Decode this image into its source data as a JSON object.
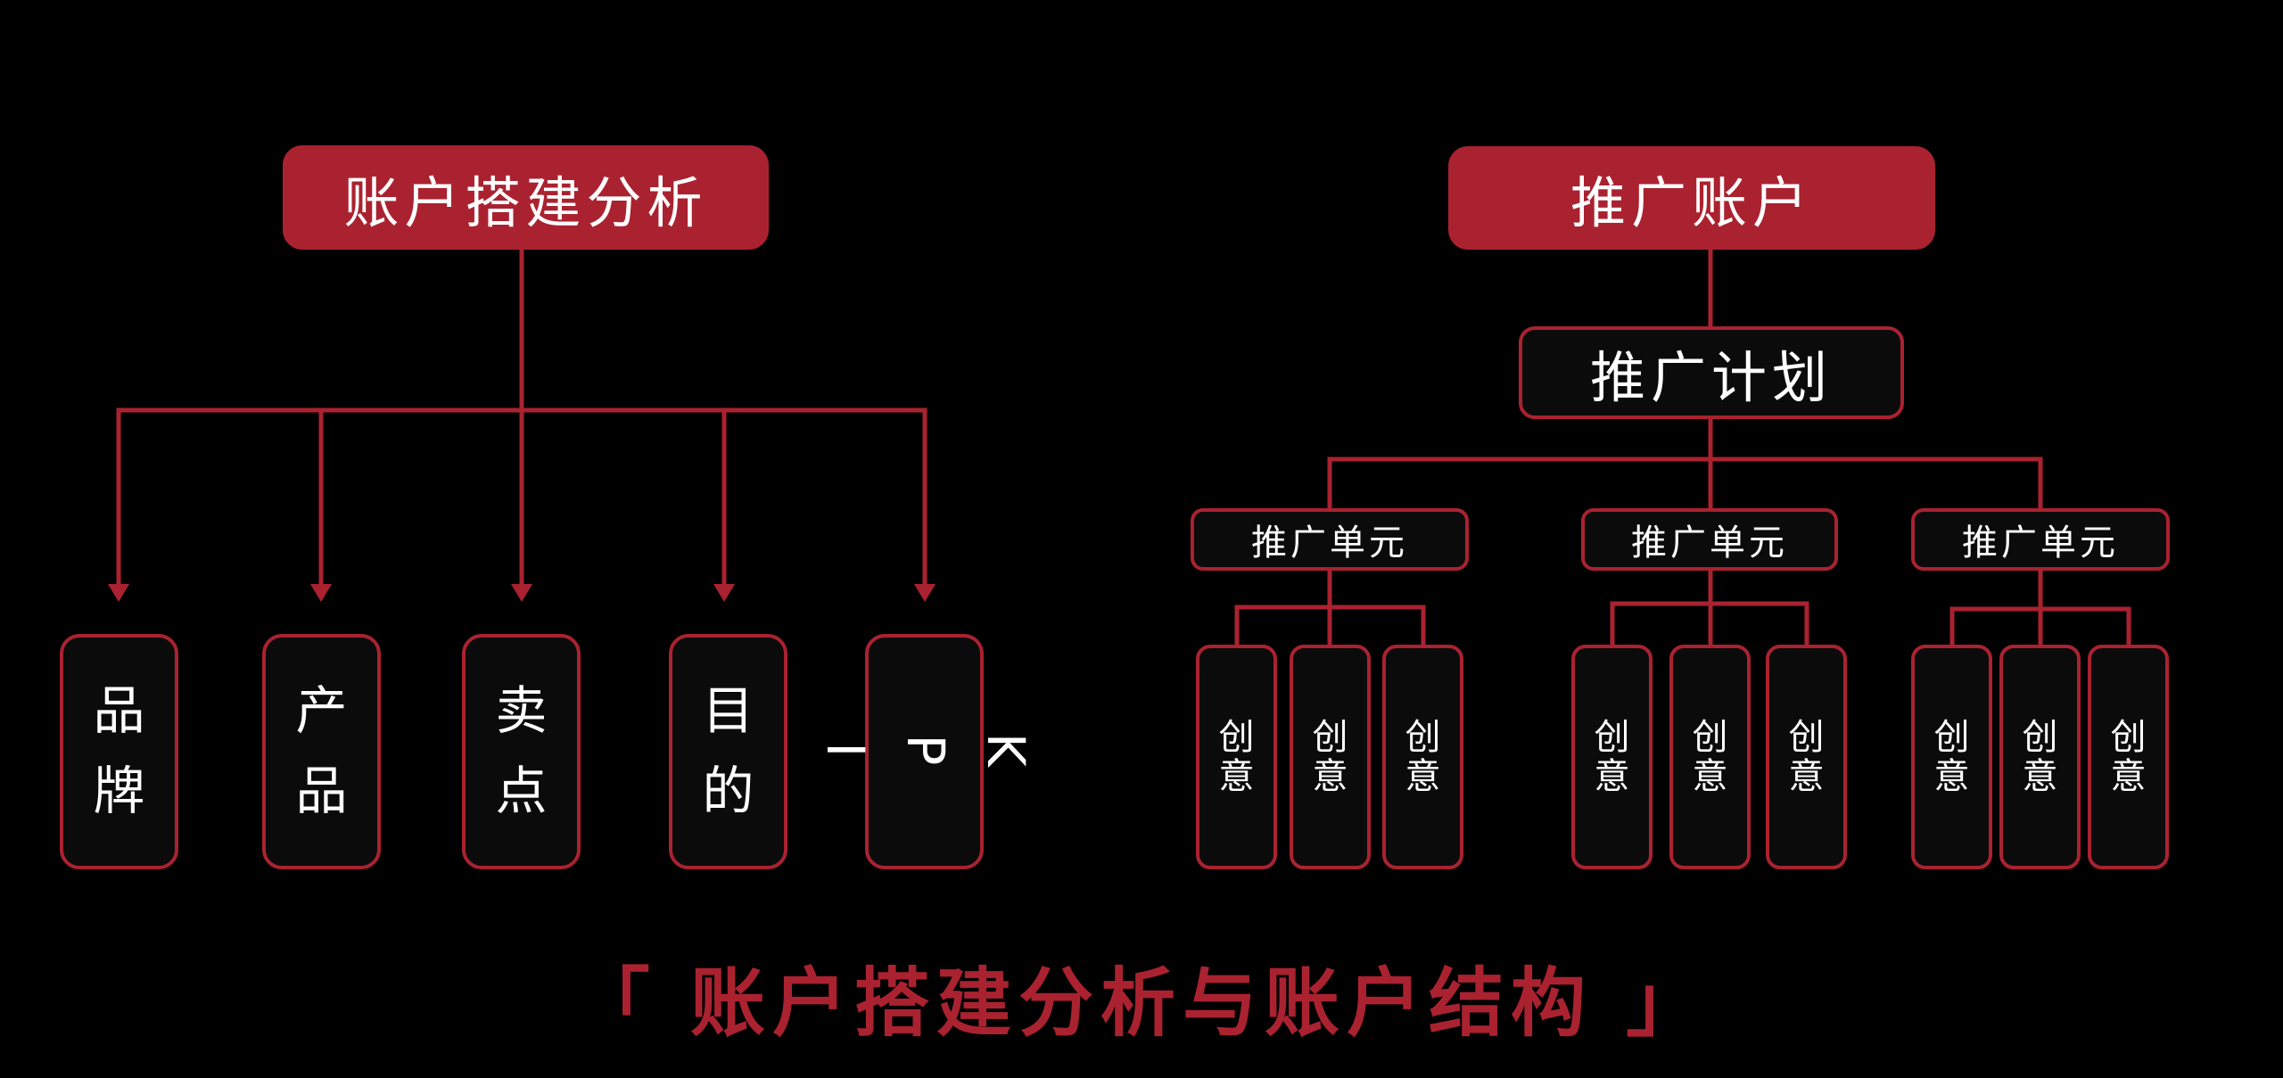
{
  "left_tree": {
    "root": "账户搭建分析",
    "children": [
      "品牌",
      "产品",
      "卖点",
      "目的",
      "KPI"
    ]
  },
  "right_tree": {
    "root": "推广账户",
    "plan": "推广计划",
    "units": [
      {
        "label": "推广单元",
        "creatives": [
          "创意",
          "创意",
          "创意"
        ]
      },
      {
        "label": "推广单元",
        "creatives": [
          "创意",
          "创意",
          "创意"
        ]
      },
      {
        "label": "推广单元",
        "creatives": [
          "创意",
          "创意",
          "创意"
        ]
      }
    ]
  },
  "caption": "「 账户搭建分析与账户结构 」",
  "colors": {
    "accent": "#aa2230",
    "background": "#000000",
    "box_fill": "#0b0b0b",
    "text": "#ffffff"
  }
}
